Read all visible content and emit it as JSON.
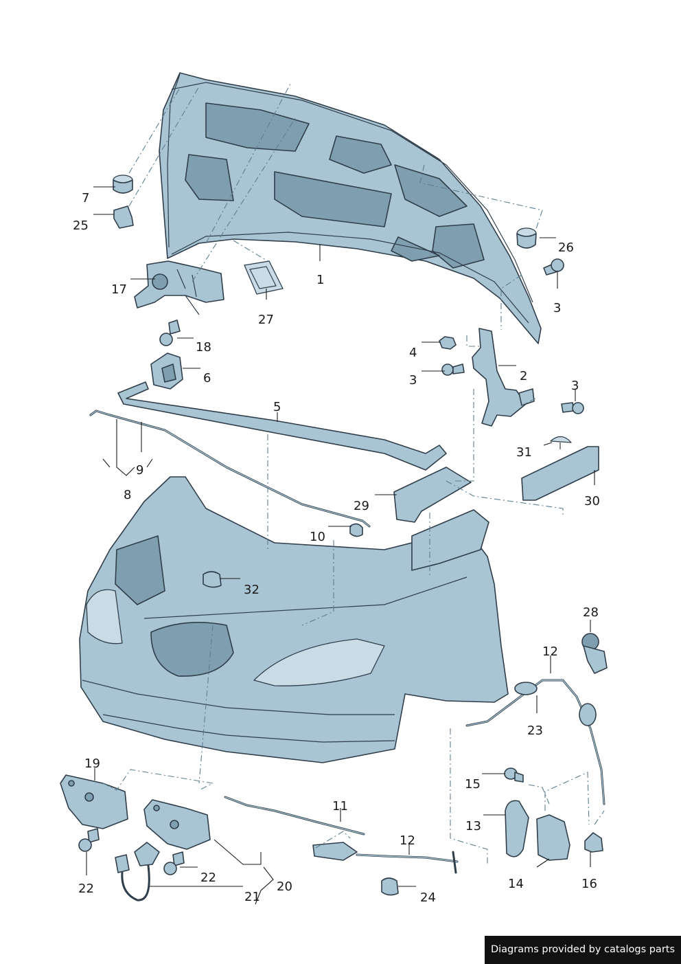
{
  "watermark": "Diagrams provided by catalogs parts",
  "callouts": {
    "c1": "1",
    "c2": "2",
    "c3a": "3",
    "c3b": "3",
    "c3c": "3",
    "c4": "4",
    "c5": "5",
    "c6": "6",
    "c7": "7",
    "c8": "8",
    "c9": "9",
    "c10": "10",
    "c11": "11",
    "c12a": "12",
    "c12b": "12",
    "c13": "13",
    "c14": "14",
    "c15": "15",
    "c16": "16",
    "c17": "17",
    "c18": "18",
    "c19": "19",
    "c20": "20",
    "c21": "21",
    "c22a": "22",
    "c22b": "22",
    "c23": "23",
    "c24": "24",
    "c25": "25",
    "c26": "26",
    "c27": "27",
    "c28": "28",
    "c29": "29",
    "c30": "30",
    "c31": "31",
    "c32": "32"
  },
  "colors": {
    "part": "#a9c4d2",
    "outline": "#2f3e4a",
    "dash": "#5c7f92"
  }
}
